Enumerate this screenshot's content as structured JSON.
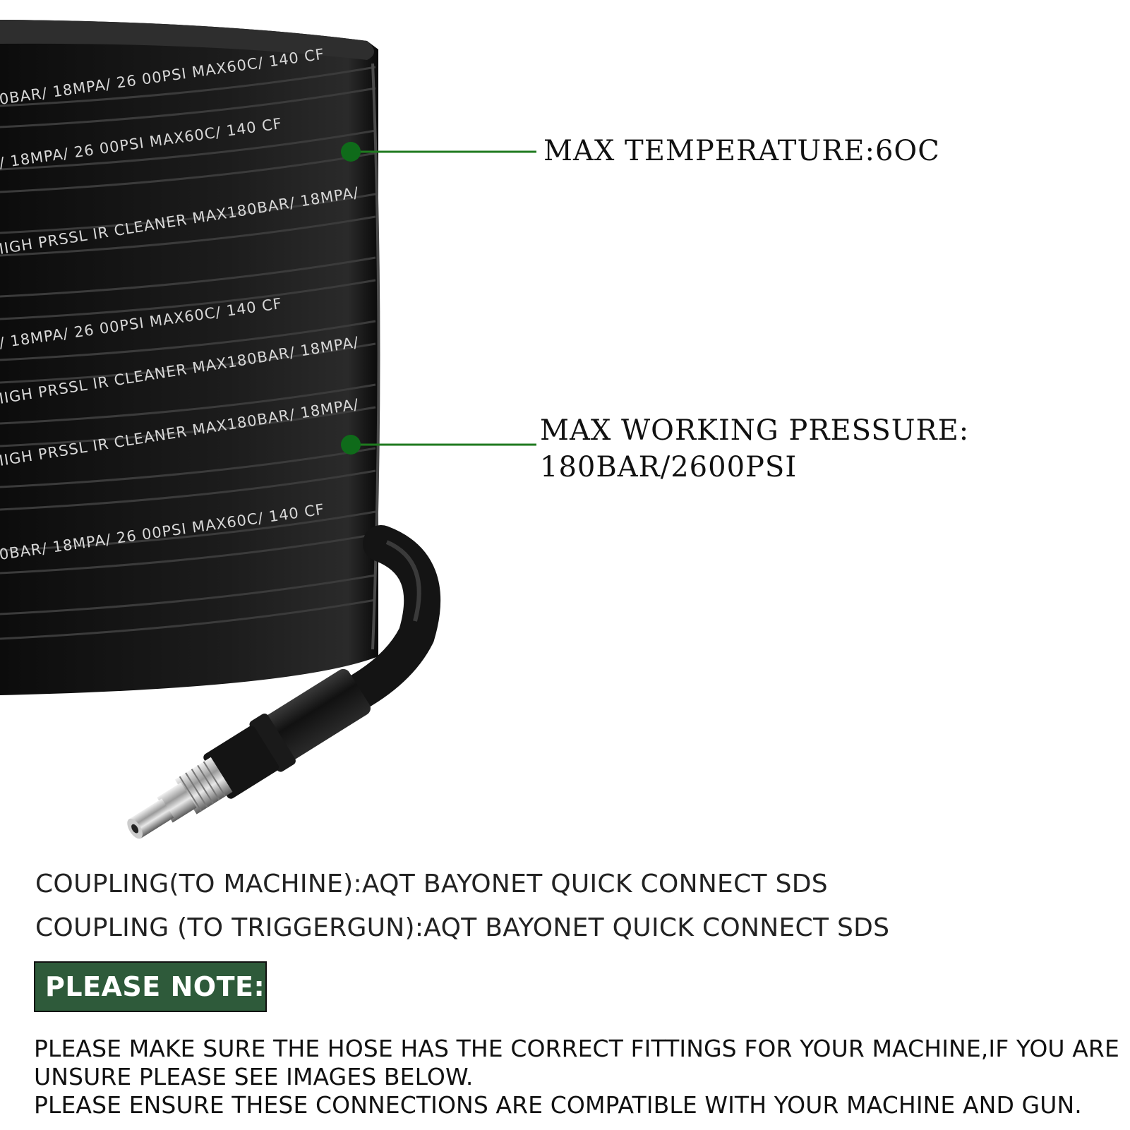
{
  "hose_prints": [
    "0BAR/ 18MPA/   26 00PSI   MAX60C/  140  CF",
    "/ 18MPA/   26 00PSI   MAX60C/  140  CF",
    "IIGH PRSSL IR  CLEANER   MAX180BAR/ 18MPA/",
    "/ 18MPA/   26 00PSI   MAX60C/  140  CF",
    "IIGH PRSSL IR  CLEANER   MAX180BAR/ 18MPA/",
    "IIGH PRSSL IR  CLEANER   MAX180BAR/ 18MPA/",
    "0BAR/ 18MPA/   26 00PSI   MAX60C/  140  CF"
  ],
  "callouts": {
    "temperature": "MAX TEMPERATURE:6OC",
    "pressure_line1": "MAX WORKING PRESSURE:",
    "pressure_line2": "180BAR/2600PSI"
  },
  "specs": {
    "coupling_machine": "COUPLING(TO MACHINE):AQT BAYONET QUICK CONNECT SDS",
    "coupling_gun": "COUPLING (TO TRIGGERGUN):AQT BAYONET QUICK CONNECT SDS"
  },
  "note": {
    "badge": "PLEASE NOTE:",
    "line1": "PLEASE MAKE SURE THE HOSE HAS THE CORRECT FITTINGS FOR YOUR MACHINE,IF YOU ARE",
    "line2": "UNSURE PLEASE SEE IMAGES BELOW.",
    "line3": "PLEASE ENSURE THESE CONNECTIONS ARE COMPATIBLE WITH YOUR MACHINE AND GUN."
  },
  "colors": {
    "callout_line": "#1f7a1f",
    "callout_dot": "#0f6b1a",
    "note_badge_bg": "#2e5a3a",
    "hose": "#151515"
  }
}
